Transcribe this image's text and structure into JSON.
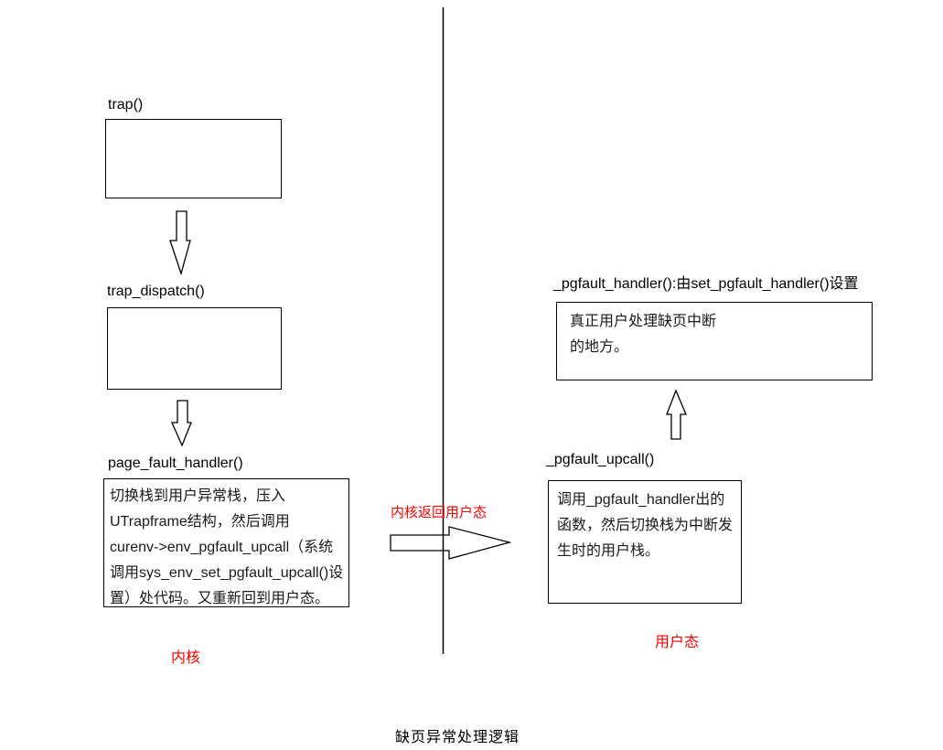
{
  "diagram": {
    "caption": "缺页异常处理逻辑",
    "colors": {
      "region_label_red": "#ff0000",
      "line_black": "#000000",
      "background": "#ffffff"
    },
    "kernel_side": {
      "region_label": "内核",
      "trap": {
        "label": "trap()"
      },
      "trap_dispatch": {
        "label": "trap_dispatch()"
      },
      "page_fault_handler": {
        "label": "page_fault_handler()",
        "lines": [
          "切换栈到用户异常栈，压入",
          "UTrapframe结构，然后调用",
          "curenv->env_pgfault_upcall（系统",
          "调用sys_env_set_pgfault_upcall()设",
          "置）处代码。又重新回到用户态。"
        ]
      }
    },
    "transition": {
      "label": "内核返回用户态"
    },
    "user_side": {
      "region_label": "用户态",
      "pgfault_handler": {
        "label": "_pgfault_handler():由set_pgfault_handler()设置",
        "lines": [
          "真正用户处理缺页中断",
          "的地方。"
        ]
      },
      "pgfault_upcall": {
        "label": "_pgfault_upcall()",
        "lines": [
          "调用_pgfault_handler出的",
          "函数，然后切换栈为中断发",
          "生时的用户栈。"
        ]
      }
    },
    "icons": {
      "arrow_down_1": "hollow-block-down-arrow",
      "arrow_down_2": "hollow-block-down-arrow",
      "arrow_right": "hollow-block-right-arrow",
      "arrow_up": "hollow-block-up-arrow",
      "divider": "vertical-separator-line"
    }
  }
}
